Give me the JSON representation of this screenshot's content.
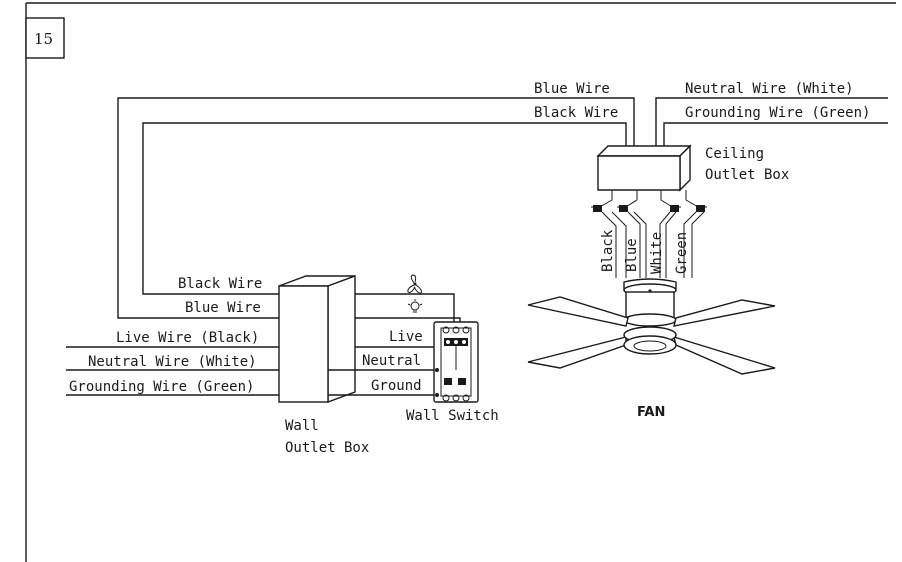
{
  "step_number": "15",
  "ceiling": {
    "blue_wire": "Blue Wire",
    "black_wire": "Black Wire",
    "neutral_wire": "Neutral Wire (White)",
    "grounding_wire": "Grounding Wire (Green)",
    "outlet_box_line1": "Ceiling",
    "outlet_box_line2": "Outlet Box",
    "lead_black": "Black",
    "lead_blue": "Blue",
    "lead_white": "White",
    "lead_green": "Green"
  },
  "wall": {
    "black_wire": "Black Wire",
    "blue_wire": "Blue Wire",
    "live_wire": "Live Wire (Black)",
    "neutral_wire": "Neutral Wire (White)",
    "grounding_wire": "Grounding Wire (Green)",
    "outlet_box_line1": "Wall",
    "outlet_box_line2": "Outlet Box"
  },
  "switch": {
    "live": "Live",
    "neutral": "Neutral",
    "ground": "Ground",
    "title": "Wall Switch",
    "fan_symbol": "fan-icon",
    "light_symbol": "light-bulb-icon"
  },
  "fan": {
    "title": "FAN"
  }
}
